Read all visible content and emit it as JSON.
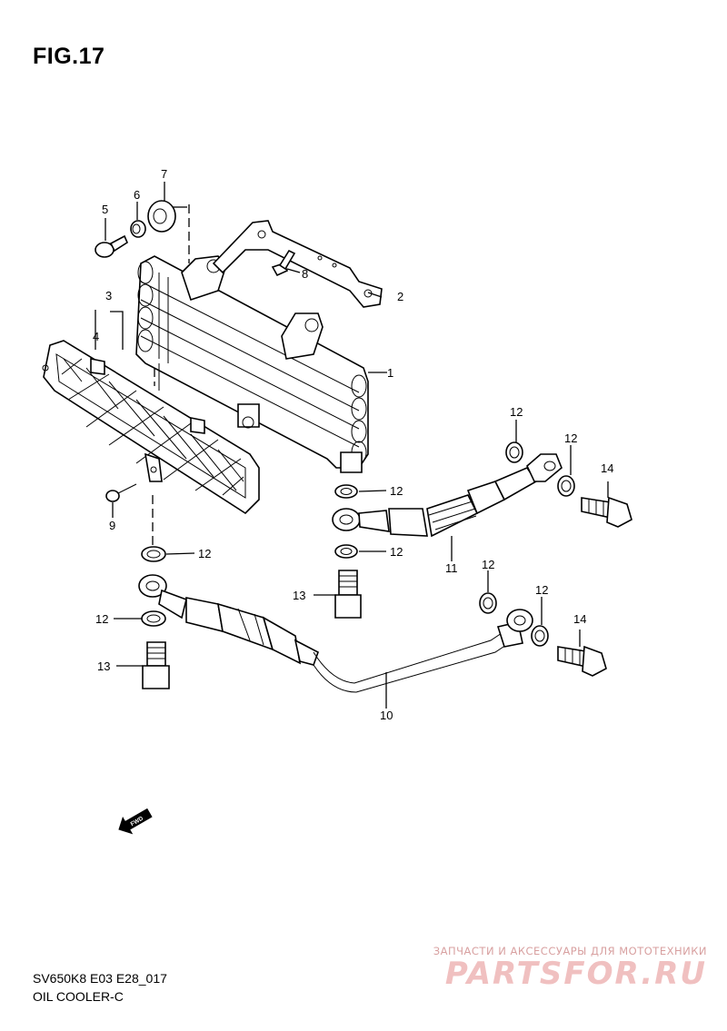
{
  "figure": {
    "title": "FIG.17"
  },
  "callouts": {
    "c1": "1",
    "c2": "2",
    "c3": "3",
    "c4": "4",
    "c5": "5",
    "c6": "6",
    "c7": "7",
    "c8": "8",
    "c9": "9",
    "c10": "10",
    "c11": "11",
    "c12a": "12",
    "c12b": "12",
    "c12c": "12",
    "c12d": "12",
    "c12e": "12",
    "c12f": "12",
    "c12g": "12",
    "c12h": "12",
    "c13a": "13",
    "c13b": "13",
    "c14a": "14",
    "c14b": "14"
  },
  "fwd_mark": "FWD",
  "footer": {
    "code": "SV650K8 E03 E28_017",
    "name": "OIL COOLER-C"
  },
  "watermark": {
    "tagline": "ЗАПЧАСТИ И АКСЕССУАРЫ ДЛЯ МОТОТЕХНИКИ",
    "logo": "PARTSFOR.RU"
  }
}
